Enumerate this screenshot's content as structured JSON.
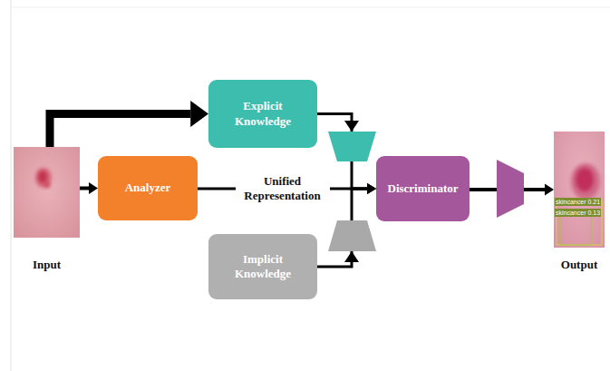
{
  "diagram": {
    "nodes": [
      {
        "text": [
          "Input"
        ]
      },
      {
        "text": [
          "Explicit Knowledge"
        ]
      },
      {
        "text": [
          "Analyzer"
        ]
      },
      {
        "text": [
          "Implicit Knowledge"
        ]
      },
      {
        "text": [
          "Discriminator"
        ]
      },
      {
        "text": [
          "Output",
          "skincancer 0.21",
          "skincancer 0.13"
        ]
      }
    ],
    "edges": [
      {
        "from": 0,
        "to": 1,
        "arrow": "to"
      },
      {
        "from": 0,
        "to": 2,
        "arrow": "to"
      },
      {
        "from": 2,
        "to": 4,
        "label": "Unified Representation",
        "arrow": "to"
      },
      {
        "from": 1,
        "to": 4,
        "arrow": "to"
      },
      {
        "from": 3,
        "to": 4,
        "arrow": "to"
      },
      {
        "from": 4,
        "to": 5,
        "arrow": "to"
      }
    ]
  }
}
